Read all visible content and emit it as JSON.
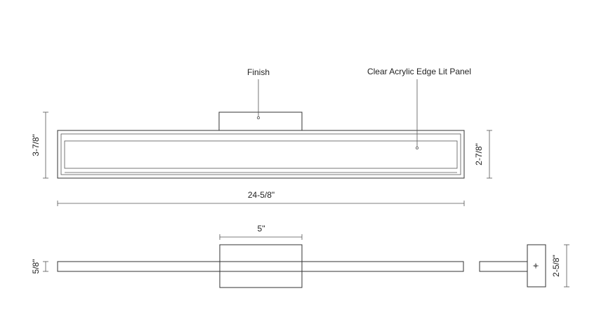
{
  "callouts": {
    "finish": "Finish",
    "panel": "Clear Acrylic Edge Lit Panel"
  },
  "dimensions": {
    "overall_height": "3-7/8\"",
    "panel_height": "2-7/8\"",
    "overall_width": "24-5/8\"",
    "backplate_width": "5\"",
    "bar_thickness": "5/8\"",
    "side_height": "2-5/8\""
  }
}
